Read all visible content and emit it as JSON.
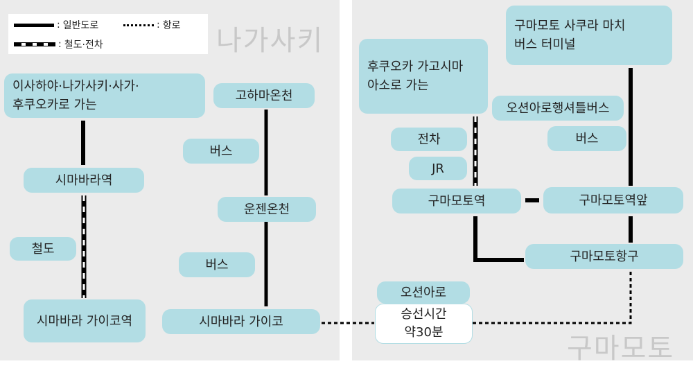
{
  "legend": {
    "road": "일반도로",
    "sea_route": "항로",
    "rail": "철도·전차"
  },
  "regions": {
    "nagasaki": "나가사키",
    "kumamoto": "구마모토"
  },
  "nodes": {
    "to_isahaya": "이사하야·나가사키·사가·\n후쿠오카로 가는",
    "shimabara_station": "시마바라역",
    "rail_label": "철도",
    "shimabara_gaiko_station": "시마바라 가이코역",
    "obama_onsen": "고하마온천",
    "bus_label_1": "버스",
    "unzen_onsen": "운젠온천",
    "bus_label_2": "버스",
    "shimabara_gaiko": "시마바라 가이코",
    "to_fukuoka": "후쿠오카 가고시마\n아소로 가는",
    "tram_label": "전차",
    "jr_label": "JR",
    "kumamoto_station": "구마모토역",
    "sakura_terminal": "구마모토 사쿠라 마치\n버스 터미널",
    "shuttle_bus": "오션아로행셔틀버스",
    "bus_label_3": "버스",
    "kumamoto_station_front": "구마모토역앞",
    "kumamoto_port": "구마모토항구",
    "ferry_name": "오션아로",
    "ferry_time": "승선시간\n약30분"
  },
  "colors": {
    "box": "#b2dde4",
    "panel": "#ebebeb",
    "line": "#000000"
  }
}
